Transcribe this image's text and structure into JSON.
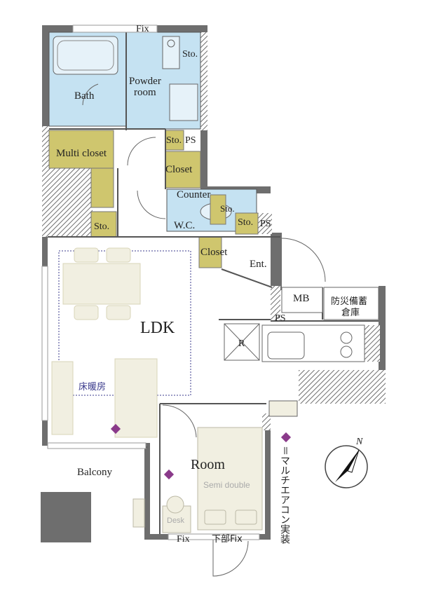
{
  "rooms": {
    "bath": "Bath",
    "powder_room_1": "Powder",
    "powder_room_2": "room",
    "multi_closet": "Multi closet",
    "sto_top": "Sto.",
    "sto_ps": "Sto.",
    "ps_top": "PS",
    "closet_upper": "Closet",
    "counter": "Counter",
    "sto_wc": "Sto.",
    "wc": "W.C.",
    "sto_right": "Sto.",
    "ps_right": "PS",
    "sto_left": "Sto.",
    "closet_lower": "Closet",
    "entrance": "Ent.",
    "mb": "MB",
    "storage_jp_1": "防災備蓄",
    "storage_jp_2": "倉庫",
    "ps_mid": "PS",
    "refrigerator": "R",
    "ldk": "LDK",
    "floor_heating": "床暖房",
    "balcony": "Balcony",
    "room": "Room",
    "semi_double": "Semi double",
    "desk": "Desk",
    "fix_top": "Fix",
    "fix_bottom": "Fix",
    "fix_bottom_partial": "下部Fix"
  },
  "legend": {
    "text": "＝マルチエアコン実装"
  },
  "compass": {
    "north_label": "N"
  },
  "colors": {
    "wall": "#6e6e6e",
    "bath_blue": "#c5e2f2",
    "closet_olive": "#cfc66e",
    "furniture": "#f1efe1",
    "aircon_marker": "#8a3a8a",
    "heating_border": "#3b3b8c"
  }
}
